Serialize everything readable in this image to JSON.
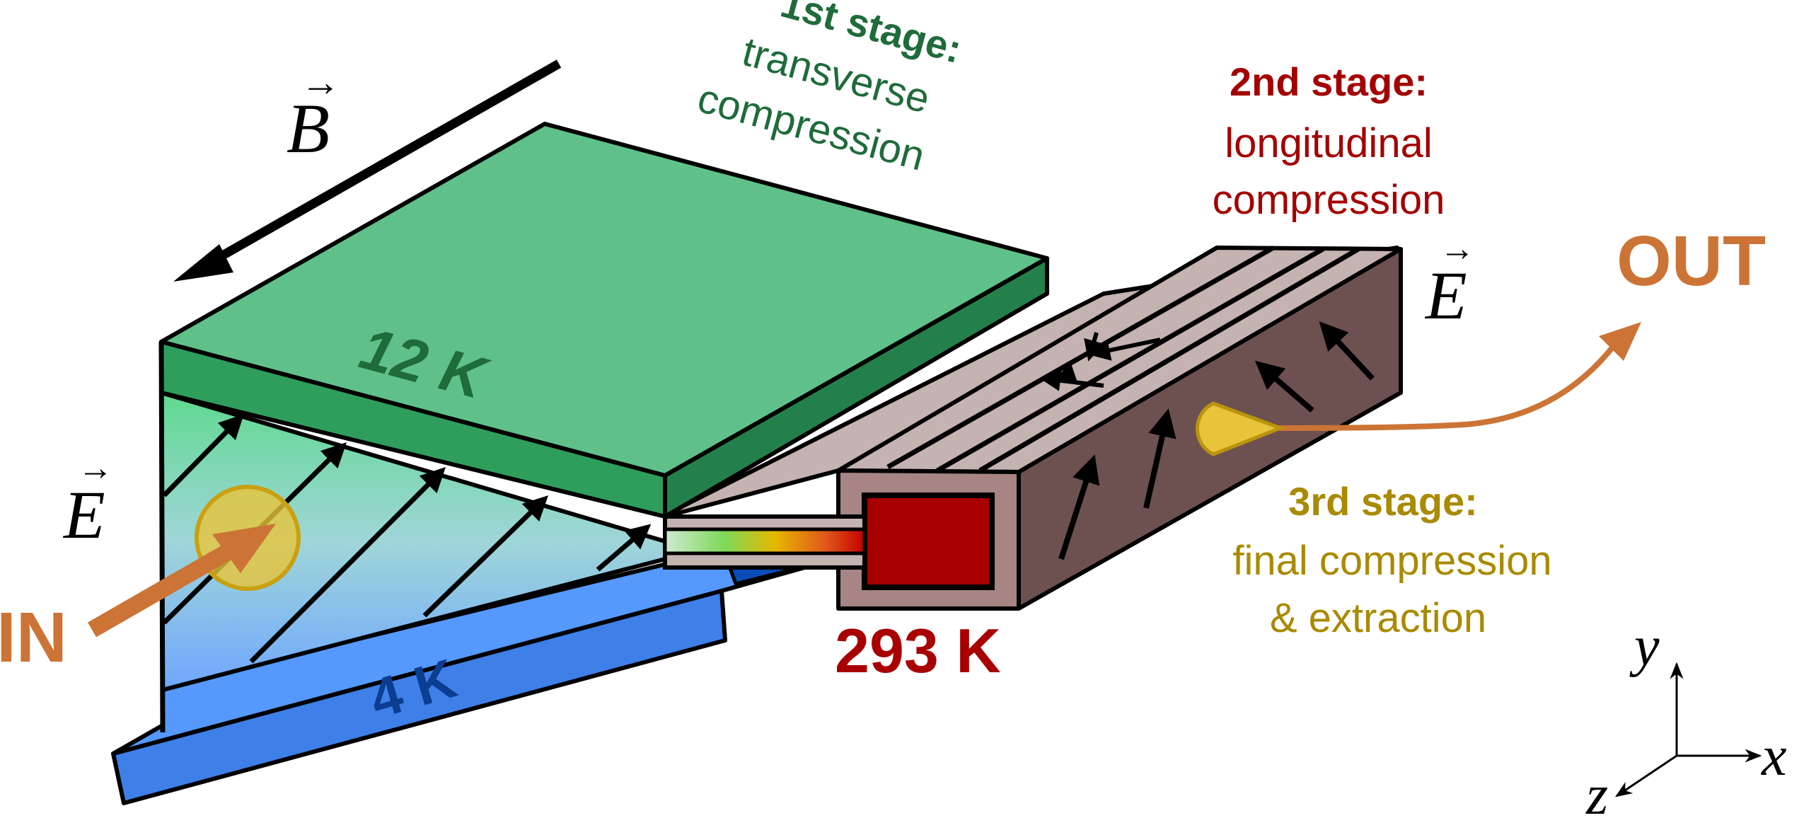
{
  "labels": {
    "stage1_title": "1st stage:",
    "stage1_line1": "transverse",
    "stage1_line2": "compression",
    "stage2_title": "2nd stage:",
    "stage2_line1": "longitudinal",
    "stage2_line2": "compression",
    "stage3_title": "3rd stage:",
    "stage3_line1": "final compression",
    "stage3_line2": "& extraction",
    "temp_12k": "12 K",
    "temp_4k": "4 K",
    "temp_293k": "293 K",
    "in": "IN",
    "out": "OUT",
    "field_b": "B",
    "field_e": "E",
    "axis_x": "x",
    "axis_y": "y",
    "axis_z": "z"
  },
  "colors": {
    "stage1": "#1f6b3a",
    "stage2": "#a30000",
    "stage3": "#a98a00",
    "in_out": "#cc7436",
    "green_plate": "#5fc189",
    "green_side": "#2f9e5c",
    "blue_plate": "#5599ff",
    "brown_top": "#c4b3b1",
    "brown_side": "#6d5150",
    "dark_red": "#a80000",
    "gold": "#e8c43a"
  },
  "icons": {
    "b_field_arrow": "arrow-icon",
    "in_arrow": "arrow-icon",
    "out_arrow": "arrow-icon",
    "molecule_blob": "circle-icon",
    "bunch_cone": "cone-icon",
    "axes": "axes-icon"
  }
}
